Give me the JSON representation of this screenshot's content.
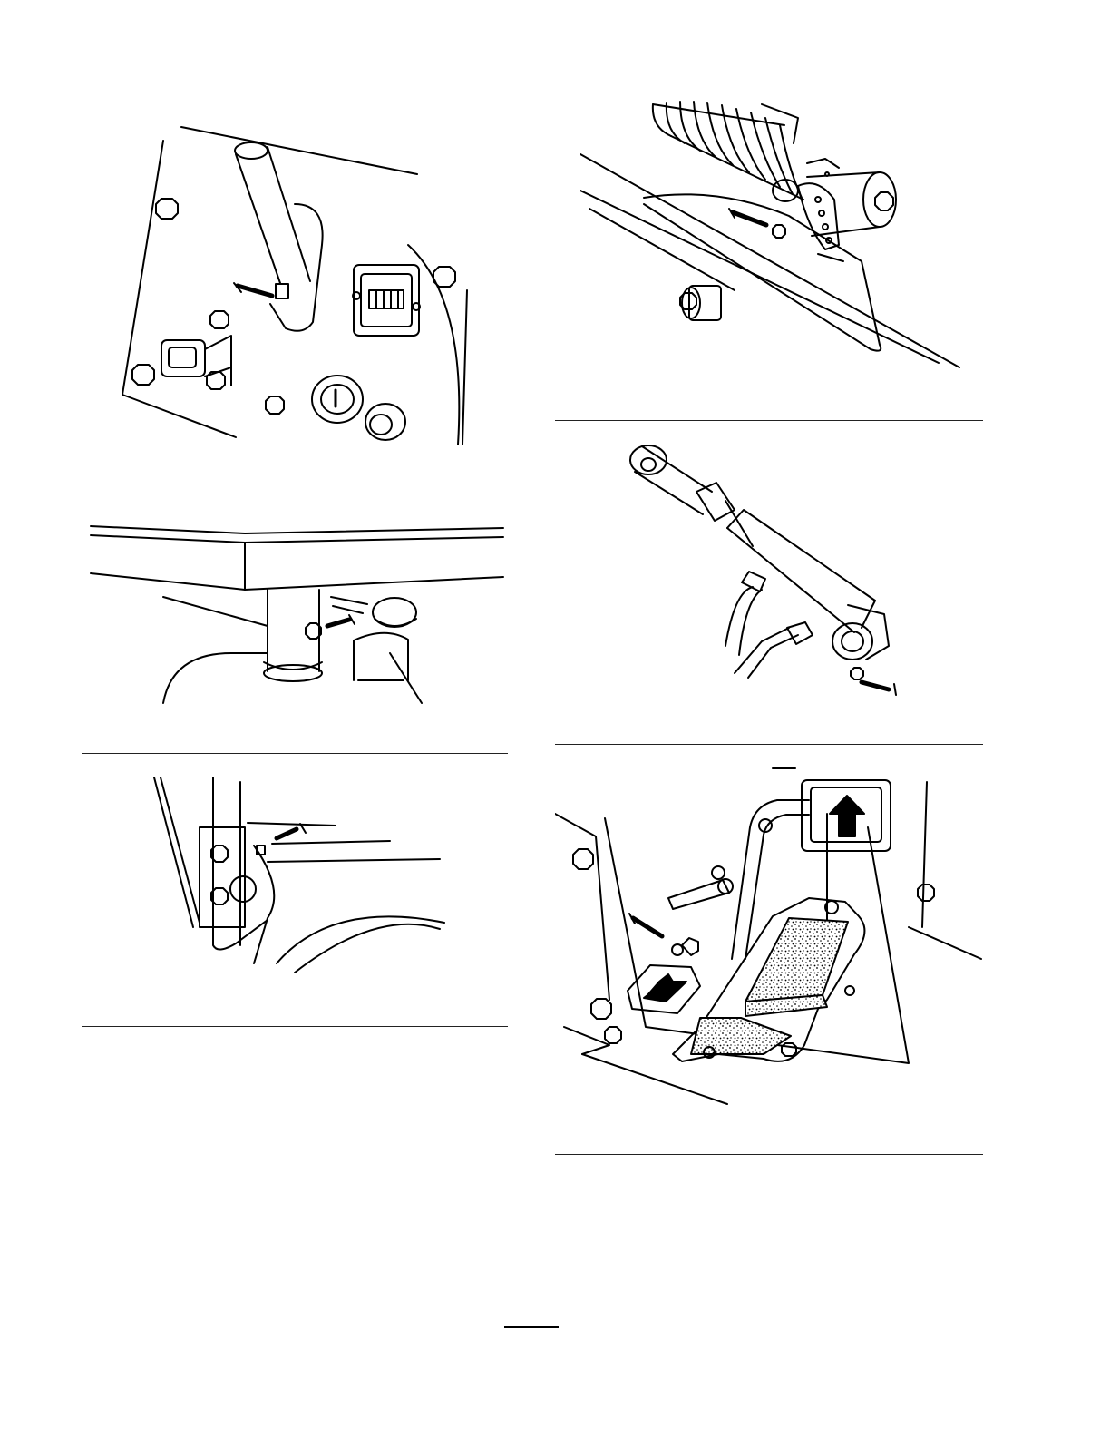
{
  "page": {
    "footer": {
      "page_number": ""
    }
  },
  "figures": [
    {
      "id": "fig-left-1",
      "icon": "control-panel-grease-fitting"
    },
    {
      "id": "fig-left-2",
      "icon": "steering-knuckle-grease-fitting"
    },
    {
      "id": "fig-left-3",
      "icon": "frame-pivot-grease-fitting"
    },
    {
      "id": "fig-right-1",
      "icon": "spring-bracket-grease-fitting"
    },
    {
      "id": "fig-right-2",
      "icon": "hydraulic-cylinder-grease-fitting"
    },
    {
      "id": "fig-right-3",
      "icon": "traction-pedal-grease-fitting"
    }
  ]
}
